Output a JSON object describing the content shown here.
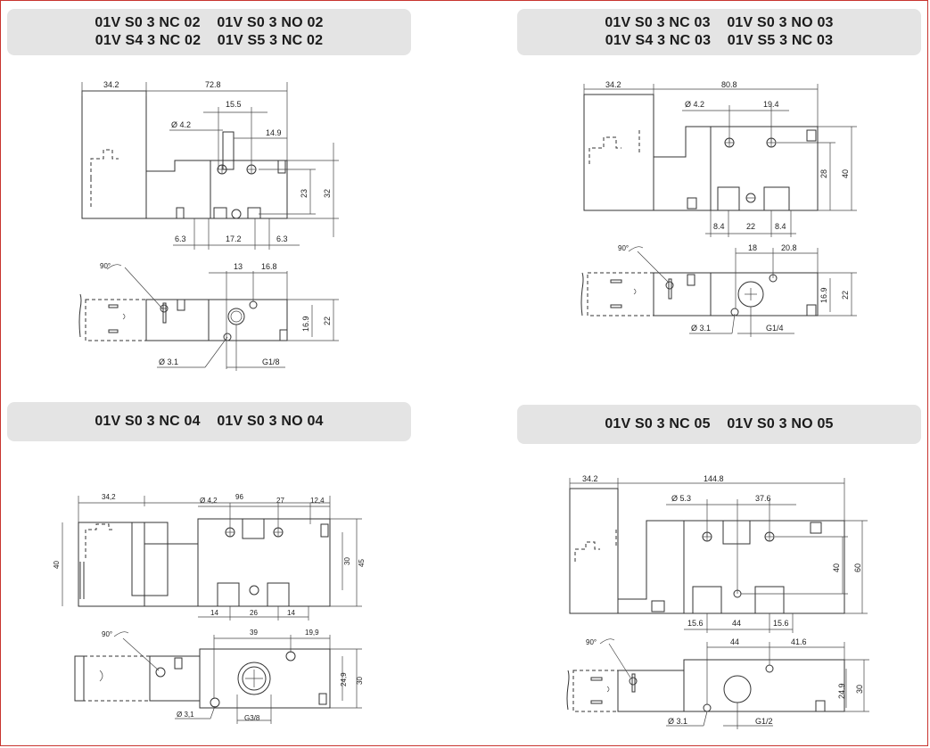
{
  "panels": [
    {
      "title_lines": [
        "01V S0 3 NC 02    01V S0 3 NO 02",
        "01V S4 3 NC 02    01V S5 3 NC 02"
      ],
      "dims": {
        "a": "34.2",
        "b": "72.8",
        "c": "15.5",
        "d": "Ø 4.2",
        "e": "14.9",
        "f": "23",
        "g": "32",
        "h": "6.3",
        "i": "17.2",
        "j": "6.3",
        "rot": "90°",
        "k": "13",
        "l": "16.8",
        "m": "16.9",
        "n": "22",
        "o": "Ø  3.1",
        "p": "G1/8"
      }
    },
    {
      "title_lines": [
        "01V S0 3 NC 03    01V S0 3 NO 03",
        "01V S4 3 NC 03    01V S5 3 NC 03"
      ],
      "dims": {
        "a": "34.2",
        "b": "80.8",
        "c": "19.4",
        "d": "Ø 4.2",
        "f": "28",
        "g": "40",
        "h": "8.4",
        "i": "22",
        "j": "8.4",
        "rot": "90°",
        "k": "18",
        "l": "20.8",
        "m": "16.9",
        "n": "22",
        "o": "Ø 3.1",
        "p": "G1/4"
      }
    },
    {
      "title_lines": [
        "01V S0 3 NC 04    01V S0 3 NO 04"
      ],
      "dims": {
        "a": "34,2",
        "b": "96",
        "c": "27",
        "d": "Ø 4,2",
        "e": "12,4",
        "f": "30",
        "g": "45",
        "q": "40",
        "h": "14",
        "i": "26",
        "j": "14",
        "rot": "90°",
        "k": "39",
        "l": "19,9",
        "m": "24,9",
        "n": "30",
        "o": "Ø 3,1",
        "p": "G3/8"
      }
    },
    {
      "title_lines": [
        "01V S0 3 NC 05    01V S0 3 NO 05"
      ],
      "dims": {
        "a": "34.2",
        "b": "144.8",
        "c": "37.6",
        "d": "Ø 5.3",
        "f": "40",
        "g": "60",
        "h": "15.6",
        "i": "44",
        "j": "15.6",
        "rot": "90°",
        "k": "44",
        "l": "41.6",
        "m": "24.9",
        "n": "30",
        "o": "Ø 3.1",
        "p": "G1/2"
      }
    }
  ]
}
